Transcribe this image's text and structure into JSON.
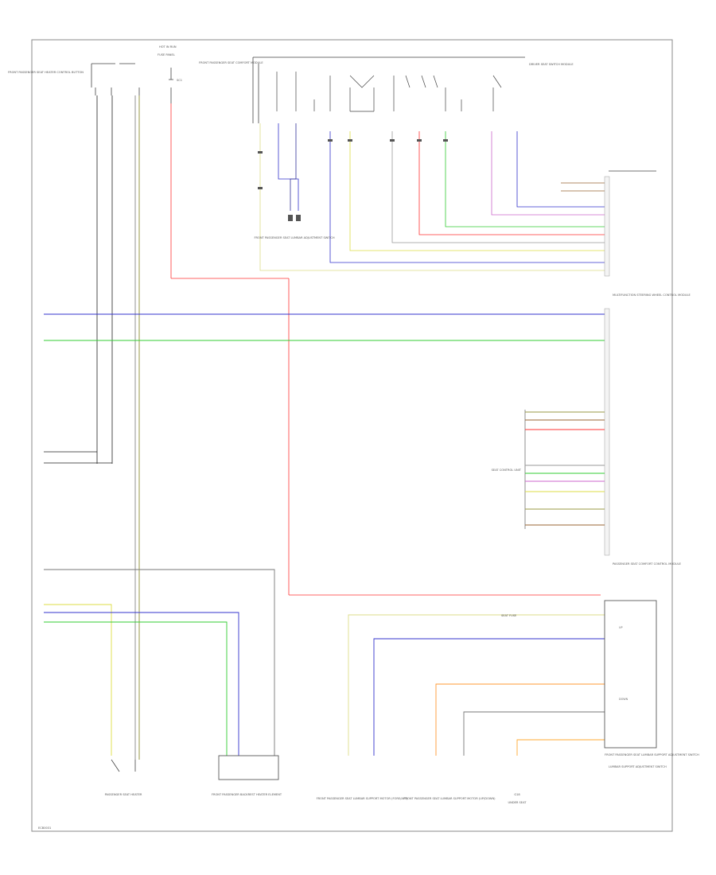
{
  "diagram": {
    "footer_code": "ECB0031",
    "labels": {
      "front_passenger_heater": "FRONT PASSENGER SEAT HEATER CONTROL BUTTON",
      "hot_in_run": "HOT IN RUN",
      "fuse_panel": "FUSE PANEL",
      "fuse_a": "SC1",
      "passenger_seat_module": "FRONT PASSENGER SEAT COMFORT MODULE",
      "driver_switch_module": "DRIVER SEAT SWITCH MODULE",
      "driver_seat_assembly": "FRONT PASSENGER SEAT LUMBAR ADJUSTMENT SWITCH",
      "multi_function": "MULTIFUNCTION STEERING WHEEL CONTROL MODULE",
      "seat_ctrl": "SEAT CONTROL UNIT",
      "passenger_ctrl": "PASSENGER SEAT COMFORT CONTROL MODULE",
      "lumbar_switch": "LUMBAR SUPPORT ADJUSTMENT SWITCH",
      "passenger_seat_heater": "PASSENGER SEAT HEATER",
      "backrest_heater": "FRONT PASSENGER BACKREST HEATER ELEMENT",
      "lumbar_motor_fwd": "FRONT PASSENGER SEAT LUMBAR SUPPORT MOTOR (FORE/AFT)",
      "lumbar_motor_ud": "FRONT PASSENGER SEAT LUMBAR SUPPORT MOTOR (UP/DOWN)",
      "ground": "G18",
      "ground_loc": "UNDER SEAT",
      "passenger_lumbar_switch": "FRONT PASSENGER SEAT LUMBAR SUPPORT ADJUSTMENT SWITCH",
      "fuse_small": "SEAT FUSE",
      "up_label": "UP",
      "down_label": "DOWN"
    },
    "colors": {
      "blue": "#3333cc",
      "green": "#33cc33",
      "red": "#ff3333",
      "yellow": "#dddd44",
      "violet": "#cc66cc",
      "orange": "#ff9933",
      "brown": "#996633",
      "black": "#222222",
      "gray": "#999999"
    }
  }
}
